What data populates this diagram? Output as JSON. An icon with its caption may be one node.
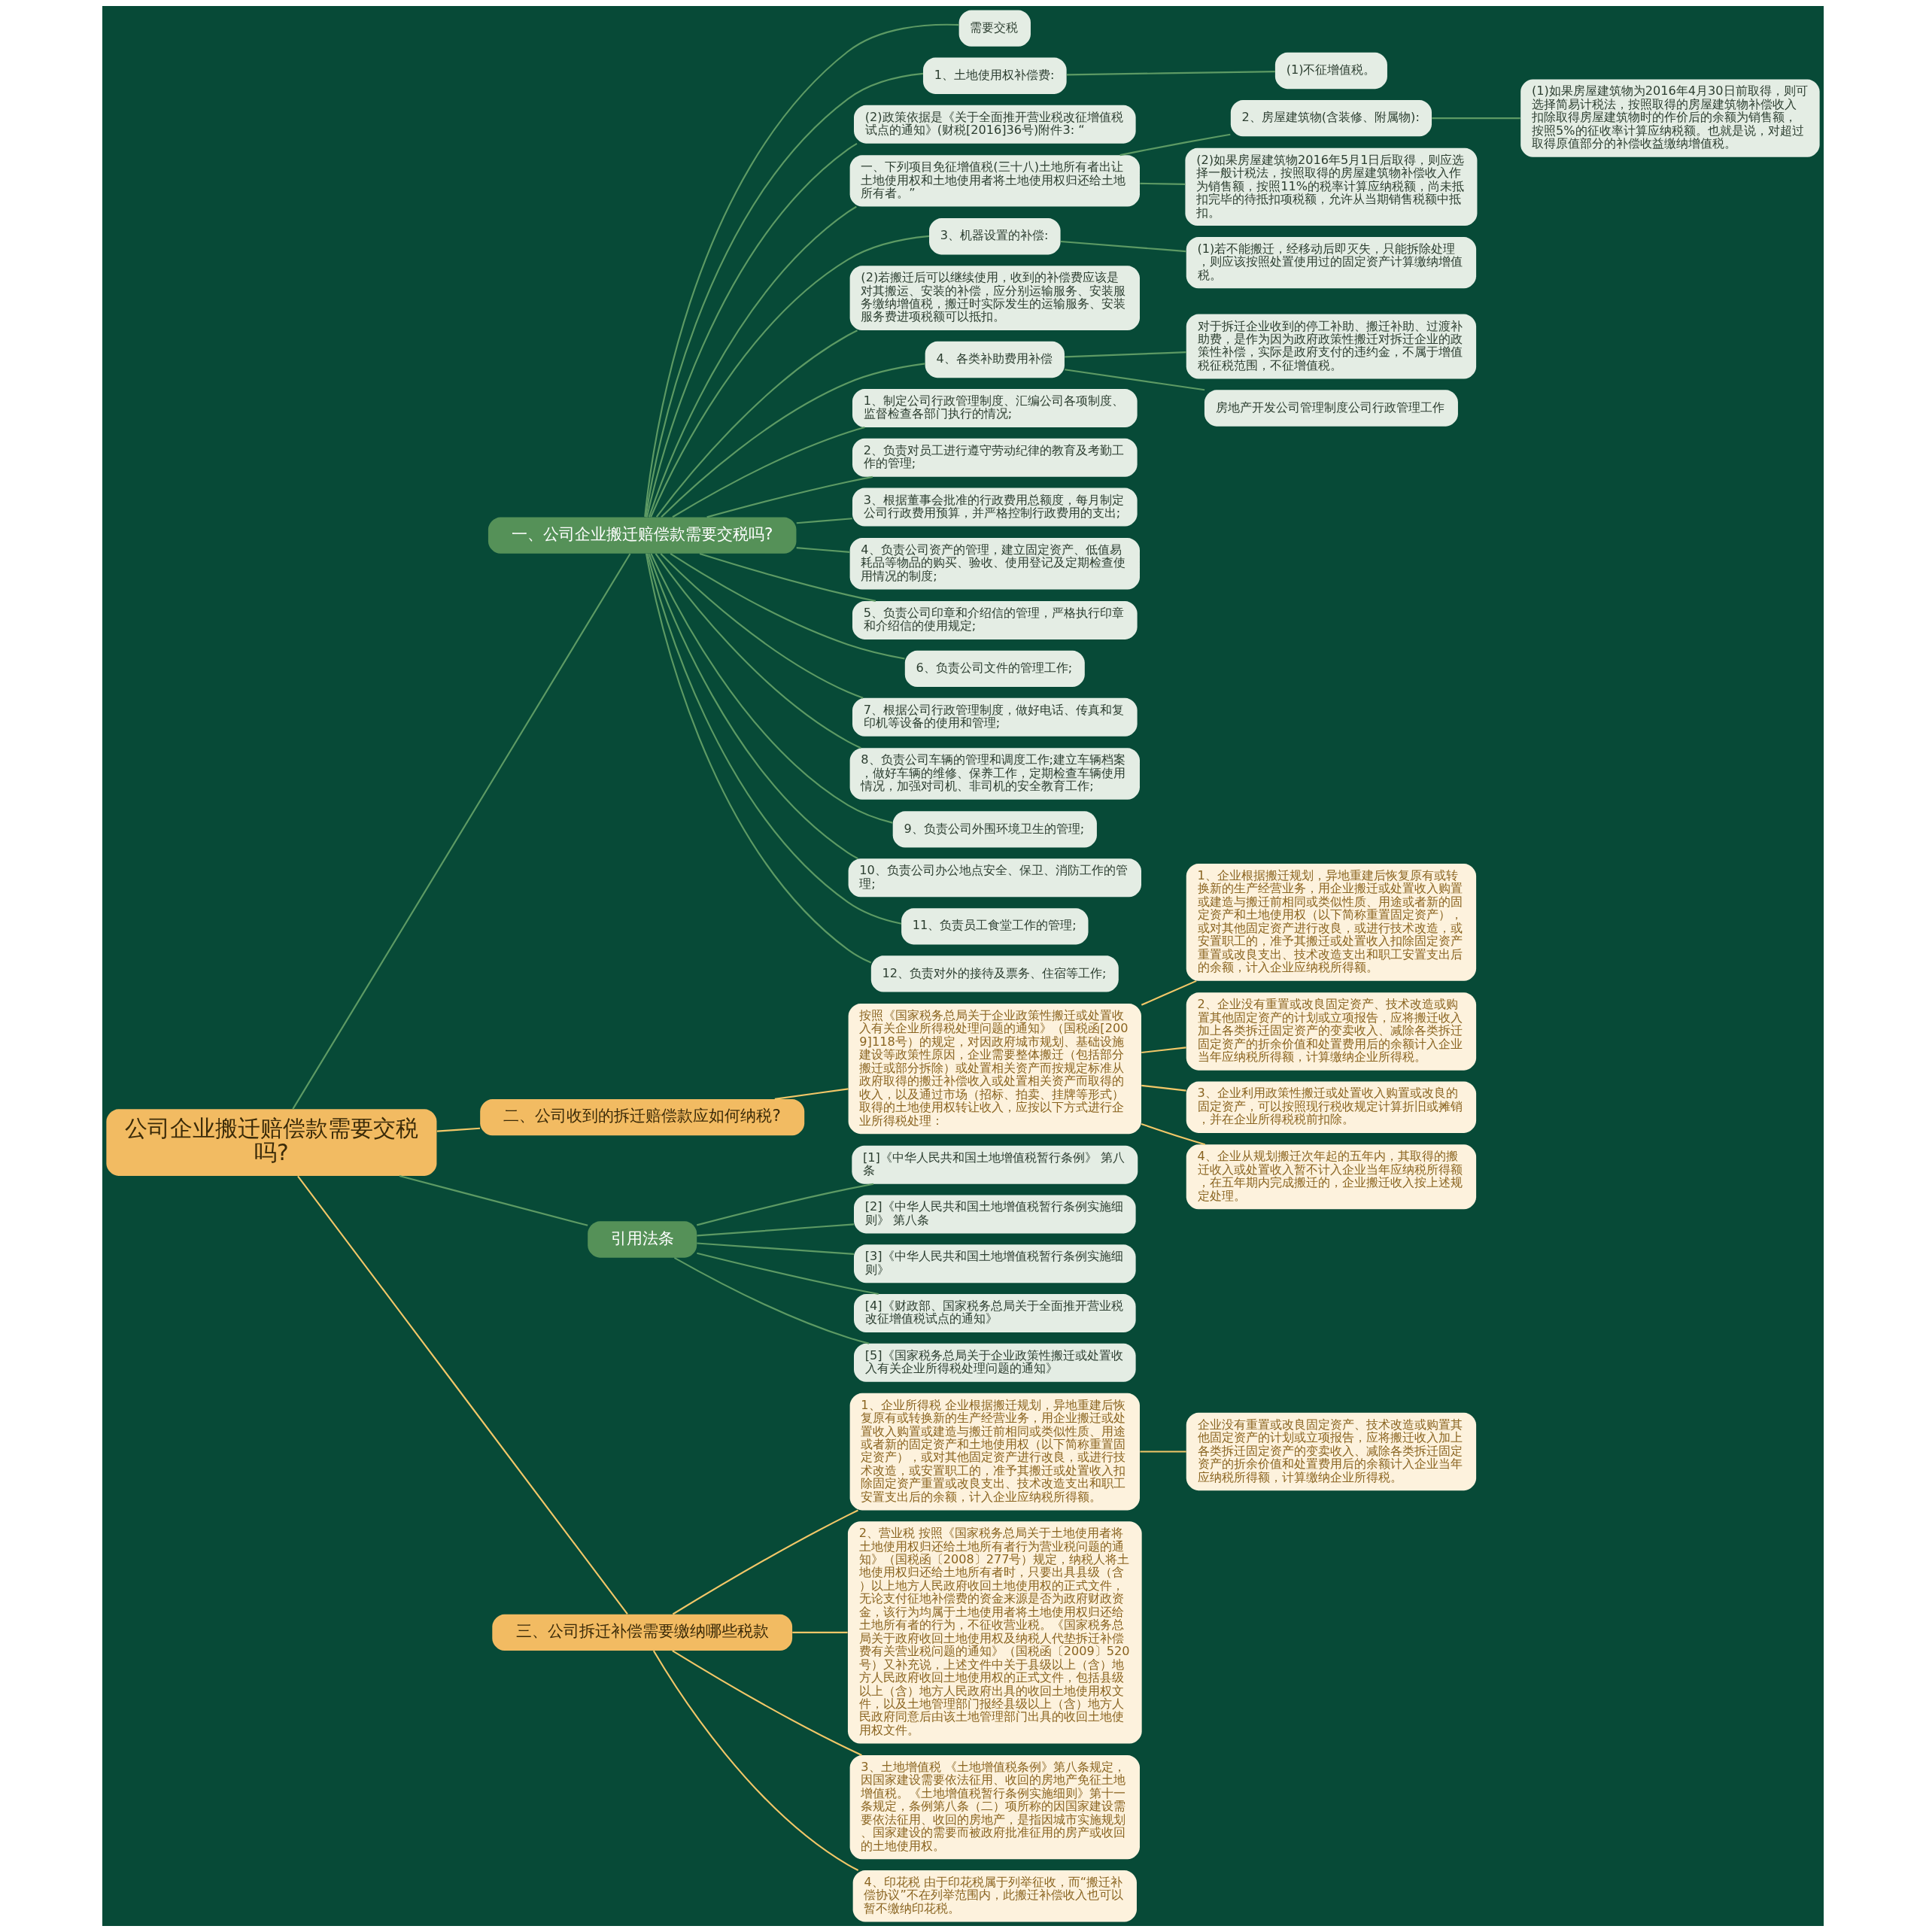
{
  "diagram": {
    "nodes": [
      {
        "text": [
          "公司企业搬迁赔偿款需要交税吗?"
        ]
      },
      {
        "text": [
          "一、公司企业搬迁赔偿款需要交税吗?"
        ]
      },
      {
        "text": [
          "需要交税"
        ]
      },
      {
        "text": [
          "1、土地使用权补偿费:"
        ]
      },
      {
        "text": [
          "(1)不征增值税。"
        ]
      },
      {
        "text": [
          "(2)政策依据是《关于全面推开营业税改征增值税试点的通知》(财税[2016]36号)附件3: “"
        ]
      },
      {
        "text": [
          "一、下列项目免征增值税(三十八)土地所有者出让土地使用权和土地使用者将土地使用权归还给土地所有者。”"
        ]
      },
      {
        "text": [
          "2、房屋建筑物(含装修、附属物):"
        ]
      },
      {
        "text": [
          "(1)如果房屋建筑物为2016年4月30日前取得，则可选择简易计税法，按照取得的房屋建筑物补偿收入扣除取得房屋建筑物时的作价后的余额为销售额，按照5%的征收率计算应纳税额。也就是说，对超过取得原值部分的补偿收益缴纳增值税。"
        ]
      },
      {
        "text": [
          "(2)如果房屋建筑物2016年5月1日后取得，则应选择一般计税法，按照取得的房屋建筑物补偿收入作为销售额，按照11%的税率计算应纳税额，尚未抵扣完毕的待抵扣项税额，允许从当期销售税额中抵扣。"
        ]
      },
      {
        "text": [
          "3、机器设置的补偿:"
        ]
      },
      {
        "text": [
          "(1)若不能搬迁，经移动后即灭失，只能拆除处理，则应该按照处置使用过的固定资产计算缴纳增值税。"
        ]
      },
      {
        "text": [
          "(2)若搬迁后可以继续使用，收到的补偿费应该是对其搬运、安装的补偿，应分别运输服务、安装服务缴纳增值税，搬迁时实际发生的运输服务、安装服务费进项税额可以抵扣。"
        ]
      },
      {
        "text": [
          "4、各类补助费用补偿"
        ]
      },
      {
        "text": [
          "对于拆迁企业收到的停工补助、搬迁补助、过渡补助费，是作为因为政府政策性搬迁对拆迁企业的政策性补偿，实际是政府支付的违约金，不属于增值税征税范围，不征增值税。"
        ]
      },
      {
        "text": [
          "房地产开发公司管理制度公司行政管理工作"
        ]
      },
      {
        "text": [
          "1、制定公司行政管理制度、汇编公司各项制度、监督检查各部门执行的情况;"
        ]
      },
      {
        "text": [
          "2、负责对员工进行遵守劳动纪律的教育及考勤工作的管理;"
        ]
      },
      {
        "text": [
          "3、根据董事会批准的行政费用总额度，每月制定公司行政费用预算，并严格控制行政费用的支出;"
        ]
      },
      {
        "text": [
          "4、负责公司资产的管理，建立固定资产、低值易耗品等物品的购买、验收、使用登记及定期检查使用情况的制度;"
        ]
      },
      {
        "text": [
          "5、负责公司印章和介绍信的管理，严格执行印章和介绍信的使用规定;"
        ]
      },
      {
        "text": [
          "6、负责公司文件的管理工作;"
        ]
      },
      {
        "text": [
          "7、根据公司行政管理制度，做好电话、传真和复印机等设备的使用和管理;"
        ]
      },
      {
        "text": [
          "8、负责公司车辆的管理和调度工作;建立车辆档案，做好车辆的维修、保养工作，定期检查车辆使用情况，加强对司机、非司机的安全教育工作;"
        ]
      },
      {
        "text": [
          "9、负责公司外围环境卫生的管理;"
        ]
      },
      {
        "text": [
          "10、负责公司办公地点安全、保卫、消防工作的管理;"
        ]
      },
      {
        "text": [
          "11、负责员工食堂工作的管理;"
        ]
      },
      {
        "text": [
          "12、负责对外的接待及票务、住宿等工作;"
        ]
      },
      {
        "text": [
          "二、公司收到的拆迁赔偿款应如何纳税?"
        ]
      },
      {
        "text": [
          "按照《国家税务总局关于企业政策性搬迁或处置收入有关企业所得税处理问题的通知》（国税函[2009]118号）的规定，对因政府城市规划、基础设施建设等政策性原因，企业需要整体搬迁（包括部分搬迁或部分拆除）或处置相关资产而按规定标准从政府取得的搬迁补偿收入或处置相关资产而取得的收入，以及通过市场（招标、拍卖、挂牌等形式）取得的土地使用权转让收入，应按以下方式进行企业所得税处理："
        ]
      },
      {
        "text": [
          "1、企业根据搬迁规划，异地重建后恢复原有或转换新的生产经营业务，用企业搬迁或处置收入购置或建造与搬迁前相同或类似性质、用途或者新的固定资产和土地使用权（以下简称重置固定资产），或对其他固定资产进行改良，或进行技术改造，或安置职工的，准予其搬迁或处置收入扣除固定资产重置或改良支出、技术改造支出和职工安置支出后的余额，计入企业应纳税所得额。"
        ]
      },
      {
        "text": [
          "2、企业没有重置或改良固定资产、技术改造或购置其他固定资产的计划或立项报告，应将搬迁收入加上各类拆迁固定资产的变卖收入、减除各类拆迁固定资产的折余价值和处置费用后的余额计入企业当年应纳税所得额，计算缴纳企业所得税。"
        ]
      },
      {
        "text": [
          "3、企业利用政策性搬迁或处置收入购置或改良的固定资产，可以按照现行税收规定计算折旧或摊销，并在企业所得税税前扣除。"
        ]
      },
      {
        "text": [
          "4、企业从规划搬迁次年起的五年内，其取得的搬迁收入或处置收入暂不计入企业当年应纳税所得额，在五年期内完成搬迁的，企业搬迁收入按上述规定处理。"
        ]
      },
      {
        "text": [
          "引用法条"
        ]
      },
      {
        "text": [
          "[1]《中华人民共和国土地增值税暂行条例》 第八条"
        ]
      },
      {
        "text": [
          "[2]《中华人民共和国土地增值税暂行条例实施细则》 第八条"
        ]
      },
      {
        "text": [
          "[3]《中华人民共和国土地增值税暂行条例实施细则》"
        ]
      },
      {
        "text": [
          "[4]《财政部、国家税务总局关于全面推开营业税改征增值税试点的通知》"
        ]
      },
      {
        "text": [
          "[5]《国家税务总局关于企业政策性搬迁或处置收入有关企业所得税处理问题的通知》"
        ]
      },
      {
        "text": [
          "三、公司拆迁补偿需要缴纳哪些税款"
        ]
      },
      {
        "text": [
          "1、企业所得税 企业根据搬迁规划，异地重建后恢复原有或转换新的生产经营业务，用企业搬迁或处置收入购置或建造与搬迁前相同或类似性质、用途或者新的固定资产和土地使用权（以下简称重置固定资产），或对其他固定资产进行改良，或进行技术改造，或安置职工的，准予其搬迁或处置收入扣除固定资产重置或改良支出、技术改造支出和职工安置支出后的余额，计入企业应纳税所得额。"
        ]
      },
      {
        "text": [
          "企业没有重置或改良固定资产、技术改造或购置其他固定资产的计划或立项报告，应将搬迁收入加上各类拆迁固定资产的变卖收入、减除各类拆迁固定资产的折余价值和处置费用后的余额计入企业当年应纳税所得额，计算缴纳企业所得税。"
        ]
      },
      {
        "text": [
          "2、营业税 按照《国家税务总局关于土地使用者将土地使用权归还给土地所有者行为营业税问题的通知》（国税函〔2008〕277号）规定，纳税人将土地使用权归还给土地所有者时，只要出具县级（含）以上地方人民政府收回土地使用权的正式文件，无论支付征地补偿费的资金来源是否为政府财政资金，该行为均属于土地使用者将土地使用权归还给土地所有者的行为，不征收营业税。《国家税务总局关于政府收回土地使用权及纳税人代垫拆迁补偿费有关营业税问题的通知》（国税函〔2009〕520号）又补充说，上述文件中关于县级以上（含）地方人民政府收回土地使用权的正式文件，包括县级以上（含）地方人民政府出具的收回土地使用权文件，以及土地管理部门报经县级以上（含）地方人民政府同意后由该土地管理部门出具的收回土地使用权文件。"
        ]
      },
      {
        "text": [
          "3、土地增值税 《土地增值税条例》第八条规定，因国家建设需要依法征用、收回的房地产免征土地增值税。《土地增值税暂行条例实施细则》第十一条规定，条例第八条（二）项所称的因国家建设需要依法征用、收回的房地产，是指因城市实施规划、国家建设的需要而被政府批准征用的房产或收回的土地使用权。"
        ]
      },
      {
        "text": [
          "4、印花税 由于印花税属于列举征收，而“搬迁补偿协议”不在列举范围内，此搬迁补偿收入也可以暂不缴纳印花税。"
        ]
      }
    ],
    "edges": [
      {
        "from": 0,
        "to": 1,
        "arrow": "none"
      },
      {
        "from": 1,
        "to": 2,
        "arrow": "none"
      },
      {
        "from": 1,
        "to": 3,
        "arrow": "none"
      },
      {
        "from": 3,
        "to": 4,
        "arrow": "none"
      },
      {
        "from": 1,
        "to": 5,
        "arrow": "none"
      },
      {
        "from": 1,
        "to": 6,
        "arrow": "none"
      },
      {
        "from": 6,
        "to": 7,
        "arrow": "none"
      },
      {
        "from": 7,
        "to": 8,
        "arrow": "none"
      },
      {
        "from": 6,
        "to": 9,
        "arrow": "none"
      },
      {
        "from": 1,
        "to": 10,
        "arrow": "none"
      },
      {
        "from": 10,
        "to": 11,
        "arrow": "none"
      },
      {
        "from": 1,
        "to": 12,
        "arrow": "none"
      },
      {
        "from": 1,
        "to": 13,
        "arrow": "none"
      },
      {
        "from": 13,
        "to": 14,
        "arrow": "none"
      },
      {
        "from": 13,
        "to": 15,
        "arrow": "none"
      },
      {
        "from": 1,
        "to": 16,
        "arrow": "none"
      },
      {
        "from": 1,
        "to": 17,
        "arrow": "none"
      },
      {
        "from": 1,
        "to": 18,
        "arrow": "none"
      },
      {
        "from": 1,
        "to": 19,
        "arrow": "none"
      },
      {
        "from": 1,
        "to": 20,
        "arrow": "none"
      },
      {
        "from": 1,
        "to": 21,
        "arrow": "none"
      },
      {
        "from": 1,
        "to": 22,
        "arrow": "none"
      },
      {
        "from": 1,
        "to": 23,
        "arrow": "none"
      },
      {
        "from": 1,
        "to": 24,
        "arrow": "none"
      },
      {
        "from": 1,
        "to": 25,
        "arrow": "none"
      },
      {
        "from": 1,
        "to": 26,
        "arrow": "none"
      },
      {
        "from": 1,
        "to": 27,
        "arrow": "none"
      },
      {
        "from": 0,
        "to": 28,
        "arrow": "none",
        "color": "#f2c768"
      },
      {
        "from": 28,
        "to": 29,
        "arrow": "none",
        "color": "#f2c768"
      },
      {
        "from": 29,
        "to": 30,
        "arrow": "none",
        "color": "#f2c768"
      },
      {
        "from": 29,
        "to": 31,
        "arrow": "none",
        "color": "#f2c768"
      },
      {
        "from": 29,
        "to": 32,
        "arrow": "none",
        "color": "#f2c768"
      },
      {
        "from": 29,
        "to": 33,
        "arrow": "none",
        "color": "#f2c768"
      },
      {
        "from": 0,
        "to": 34,
        "arrow": "none"
      },
      {
        "from": 34,
        "to": 35,
        "arrow": "none"
      },
      {
        "from": 34,
        "to": 36,
        "arrow": "none"
      },
      {
        "from": 34,
        "to": 37,
        "arrow": "none"
      },
      {
        "from": 34,
        "to": 38,
        "arrow": "none"
      },
      {
        "from": 34,
        "to": 39,
        "arrow": "none"
      },
      {
        "from": 0,
        "to": 40,
        "arrow": "none",
        "color": "#f2c768"
      },
      {
        "from": 40,
        "to": 41,
        "arrow": "none",
        "color": "#f2c768"
      },
      {
        "from": 41,
        "to": 42,
        "arrow": "none",
        "color": "#f2c768"
      },
      {
        "from": 40,
        "to": 43,
        "arrow": "none",
        "color": "#f2c768"
      },
      {
        "from": 40,
        "to": 44,
        "arrow": "none",
        "color": "#f2c768"
      },
      {
        "from": 40,
        "to": 45,
        "arrow": "none",
        "color": "#f2c768"
      }
    ]
  }
}
